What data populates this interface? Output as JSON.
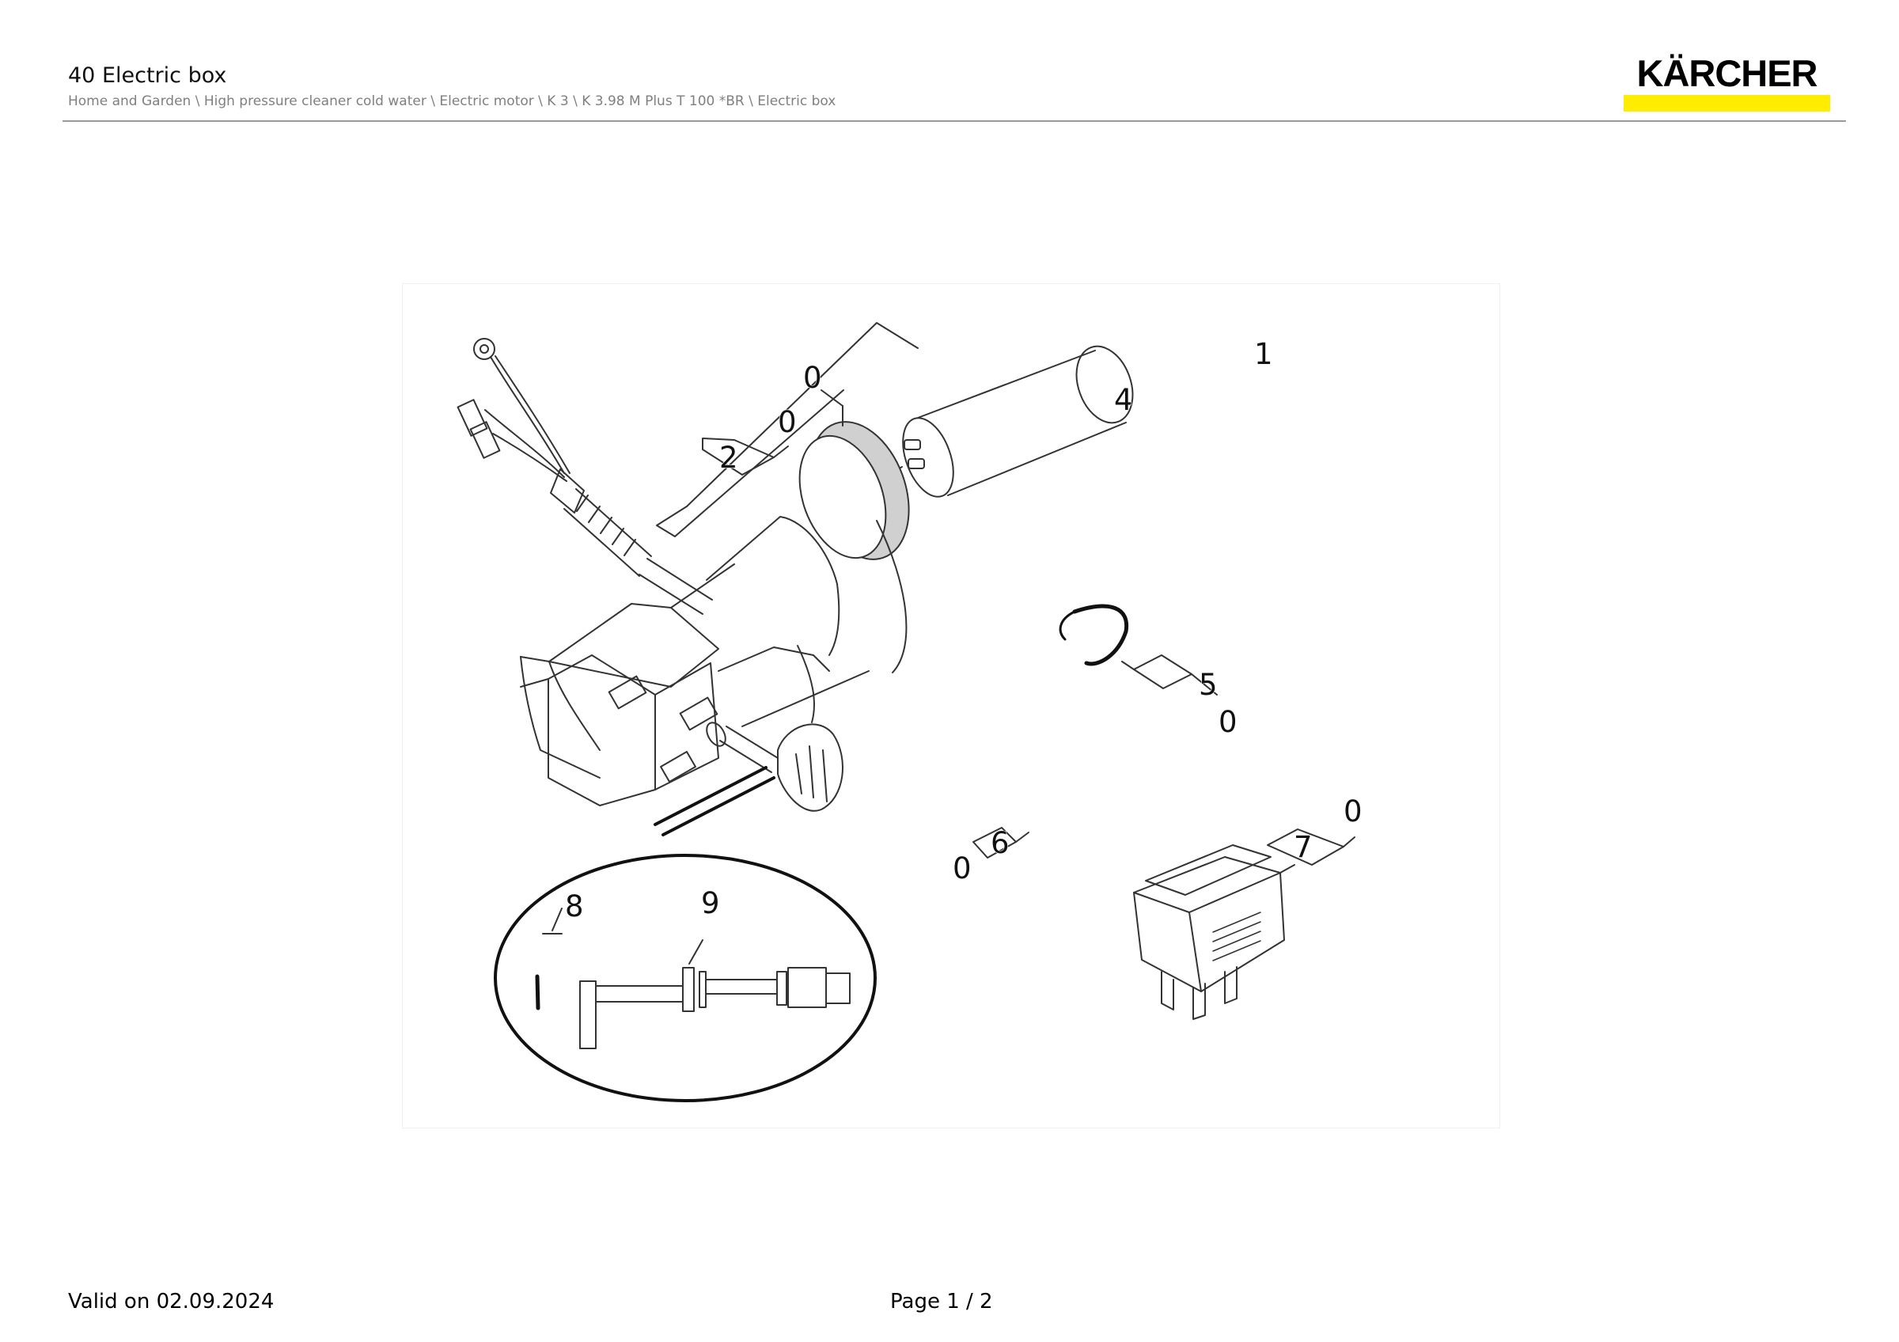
{
  "header": {
    "title": "40 Electric box",
    "breadcrumb": "Home and Garden \\ High pressure cleaner cold water \\ Electric motor \\ K 3 \\ K 3.98 M Plus T 100 *BR \\ Electric box",
    "logo_text": "KÄRCHER"
  },
  "diagram": {
    "callouts": {
      "c0_top": "0",
      "c1": "1",
      "c4": "4",
      "c2": "2",
      "c2_0": "0",
      "c5": "5",
      "c5_0": "0",
      "c6": "6",
      "c6_0": "0",
      "c7": "7",
      "c7_0": "0",
      "c8": "8",
      "c9": "9"
    }
  },
  "footer": {
    "valid": "Valid on 02.09.2024",
    "page": "Page 1 / 2"
  },
  "colors": {
    "brand_yellow": "#ffed00",
    "rule_gray": "#9a9a9a",
    "breadcrumb_gray": "#808080"
  }
}
